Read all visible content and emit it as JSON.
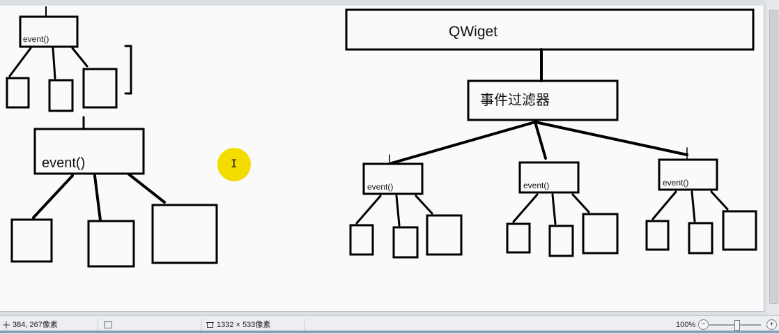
{
  "diagram": {
    "qwidget_label": "QWiget",
    "filter_label": "事件过滤器",
    "event_label": "event()"
  },
  "statusbar": {
    "cursor_position": "384, 267像素",
    "image_size": "1332 × 533像素",
    "zoom_level": "100%",
    "zoom_out": "−",
    "zoom_in": "+"
  },
  "cursor": {
    "glyph": "I"
  }
}
